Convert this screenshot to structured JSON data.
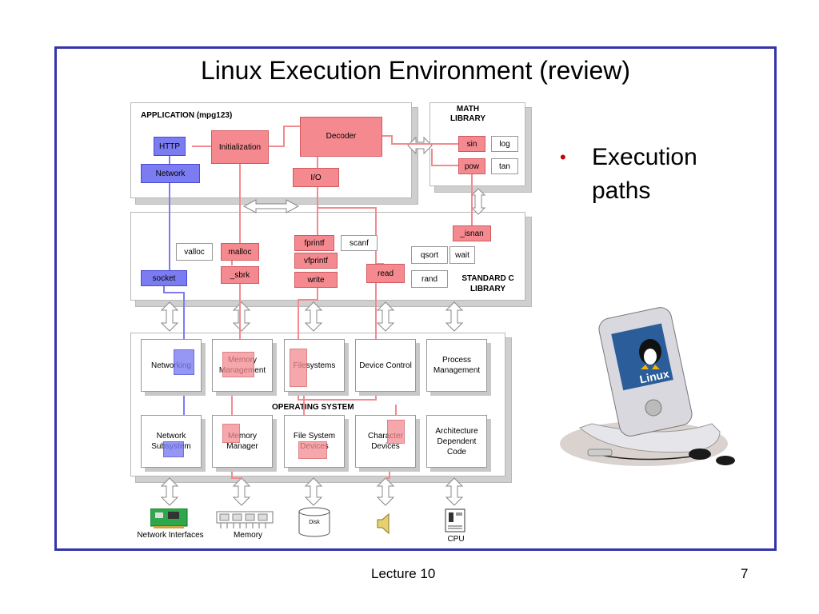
{
  "slide": {
    "title": "Linux Execution Environment (review)",
    "bullet": "Execution paths",
    "footer_left": "Lecture 10",
    "footer_right": "7"
  },
  "application": {
    "label": "APPLICATION (mpg123)",
    "http": "HTTP",
    "network": "Network",
    "initialization": "Initialization",
    "decoder": "Decoder",
    "io": "I/O"
  },
  "math_library": {
    "label": "MATH LIBRARY",
    "sin": "sin",
    "log": "log",
    "pow": "pow",
    "tan": "tan"
  },
  "stdc_library": {
    "label": "STANDARD C LIBRARY",
    "isnan": "_isnan",
    "valloc": "valloc",
    "malloc": "malloc",
    "sbrk": "_sbrk",
    "socket": "socket",
    "fprintf": "fprintf",
    "vfprintf": "vfprintf",
    "write": "write",
    "scanf": "scanf",
    "read": "read",
    "qsort": "qsort",
    "wait": "wait",
    "rand": "rand"
  },
  "os": {
    "label": "OPERATING SYSTEM",
    "networking": "Networking",
    "memory_management": "Memory Management",
    "filesystems": "Filesystems",
    "device_control": "Device Control",
    "process_management": "Process Management",
    "network_subsystem": "Network Subsystem",
    "memory_manager": "Memory Manager",
    "fs_devices": "File System Devices",
    "char_devices": "Character Devices",
    "arch_code": "Architecture Dependent Code"
  },
  "hardware": {
    "network_interfaces": "Network Interfaces",
    "memory": "Memory",
    "disk": "Disk",
    "cpu": "CPU"
  },
  "device_photo": {
    "brand_text": "Linux"
  },
  "colors": {
    "frame": "#3333aa",
    "bullet": "#cc0000",
    "red_path": "#f48a8f",
    "blue_path": "#7c7cf2"
  }
}
